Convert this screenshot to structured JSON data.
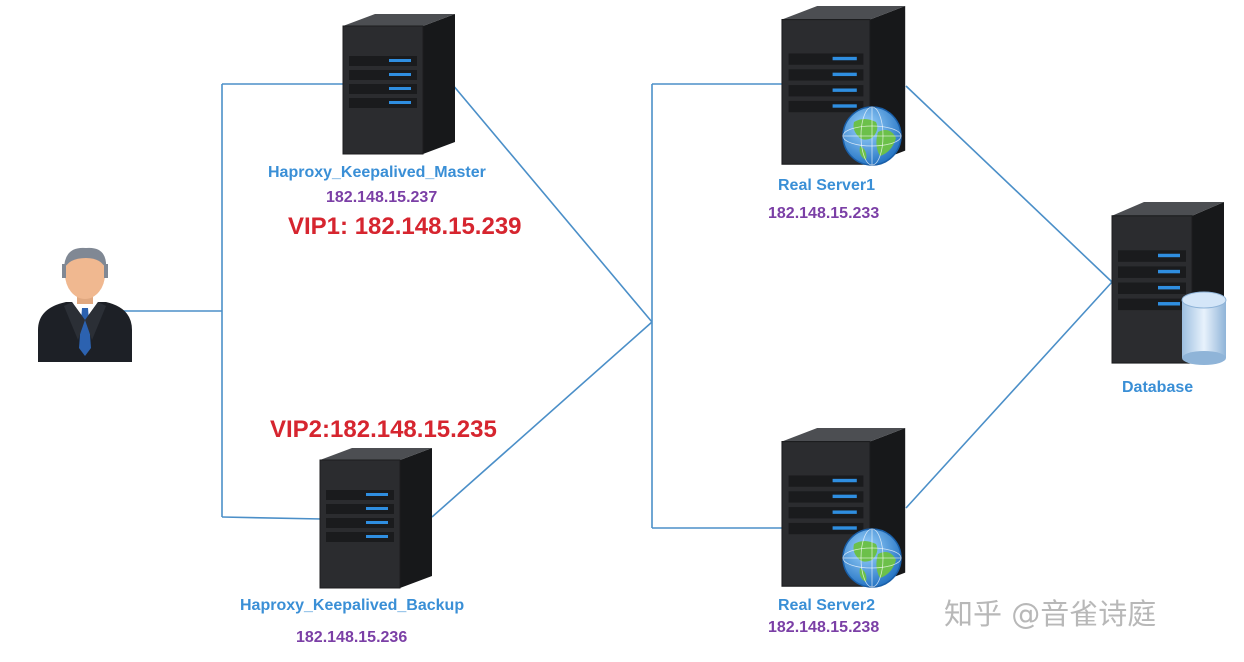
{
  "nodes": {
    "user": {
      "icon": "user-icon"
    },
    "master": {
      "icon": "server-icon",
      "name": "Haproxy_Keepalived_Master",
      "ip": "182.148.15.237",
      "vip": "VIP1: 182.148.15.239"
    },
    "backup": {
      "icon": "server-icon",
      "name": "Haproxy_Keepalived_Backup",
      "ip": "182.148.15.236",
      "vip": "VIP2:182.148.15.235"
    },
    "rs1": {
      "icon": "web-server-icon",
      "name": "Real Server1",
      "ip": "182.148.15.233"
    },
    "rs2": {
      "icon": "web-server-icon",
      "name": "Real Server2",
      "ip": "182.148.15.238"
    },
    "db": {
      "icon": "database-server-icon",
      "name": "Database"
    }
  },
  "edges": [
    {
      "from": "user",
      "to": "master"
    },
    {
      "from": "user",
      "to": "backup"
    },
    {
      "from": "master",
      "to": "rs1"
    },
    {
      "from": "master",
      "to": "rs2"
    },
    {
      "from": "backup",
      "to": "rs1"
    },
    {
      "from": "backup",
      "to": "rs2"
    },
    {
      "from": "rs1",
      "to": "db"
    },
    {
      "from": "rs2",
      "to": "db"
    }
  ],
  "watermark": "知乎 @音雀诗庭",
  "colors": {
    "link": "#4b8fc8",
    "node_name": "#3a8fd6",
    "ip": "#7b3fa6",
    "vip": "#d6252f",
    "watermark": "#b8b8b8"
  }
}
